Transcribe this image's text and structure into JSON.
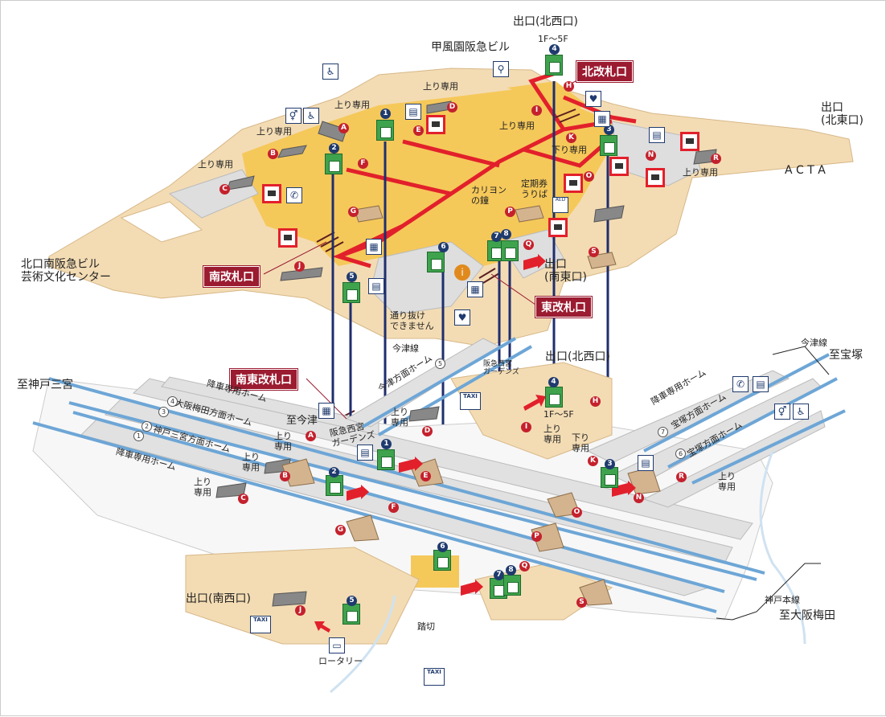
{
  "labels": {
    "exit_nw_top": "出口(北西口)",
    "kofuen": "甲風園阪急ビル",
    "floors_top": "1F～5F",
    "north_gate": "北改札口",
    "exit_ne": "出口\n(北東口)",
    "acta": "A C T A",
    "north_south_bldg": "北口南阪急ビル\n芸術文化センター",
    "south_gate": "南改札口",
    "east_gate": "東改札口",
    "exit_se": "出口\n(南東口)",
    "carillon": "カリヨン\nの鐘",
    "commuter": "定期券\nうりば",
    "no_passage": "通り抜け\nできません",
    "imazu_line_upper": "今津線",
    "southeast_gate": "南東改札口",
    "to_kobe": "至神戸三宮",
    "to_imazu": "至今津",
    "gardens_upper": "阪急西宮\nガーデンズ",
    "gardens_lower": "阪急西宮\nガーデンズ",
    "exit_nw_lower": "出口(北西口)",
    "floors_lower": "1F～5F",
    "imazu_line_right": "今津線",
    "to_takarazuka": "至宝塚",
    "kobe_main_line": "神戸本線",
    "to_umeda": "至大阪梅田",
    "exit_sw": "出口(南西口)",
    "crossing": "踏切",
    "rotary": "ロータリー",
    "up_only": "上り専用",
    "up_only_2": "上り\n専用",
    "down_only": "下り専用",
    "down_only_2": "下り\n専用",
    "aed": "AED",
    "taxi": "TAXI"
  },
  "platforms": {
    "p4": "降車専用ホーム",
    "p3": "大阪梅田方面ホーム",
    "p2": "神戸三宮方面ホーム",
    "p1": "降車専用ホーム",
    "p5": "今津方面ホーム",
    "p6": "宝塚方面ホーム",
    "p7": "宝塚方面ホーム",
    "p8": "降車専用ホーム"
  },
  "track_numbers": {
    "t1": "1",
    "t2": "2",
    "t3": "3",
    "t4": "4",
    "t5": "5",
    "t6": "6",
    "t7": "7"
  },
  "elevators": {
    "e1": "1",
    "e2": "2",
    "e3": "3",
    "e4": "4",
    "e5": "5",
    "e6": "6",
    "e7": "7",
    "e8": "8"
  },
  "stairs": {
    "a": "A",
    "b": "B",
    "c": "C",
    "d": "D",
    "e": "E",
    "f": "F",
    "g": "G",
    "h": "H",
    "i": "I",
    "j": "J",
    "k": "K",
    "n": "N",
    "o": "O",
    "p": "P",
    "q": "Q",
    "r": "R",
    "s": "S"
  },
  "icons": [
    "toilet-icon",
    "wheelchair-icon",
    "phone-icon",
    "ticket-machine-icon",
    "information-icon",
    "locker-icon",
    "elevator-icon",
    "bicycle-icon",
    "taxi-icon",
    "bus-icon",
    "aed-icon",
    "nursing-icon"
  ],
  "colors": {
    "concourse": "#f5c85a",
    "floor": "#f3dcb4",
    "platform": "#d9d9d9",
    "route": "#e2202b",
    "gate": "#9b1b30",
    "elevator": "#3fa34d",
    "shaft": "#1f2e6e",
    "track": "#6da6d6"
  }
}
